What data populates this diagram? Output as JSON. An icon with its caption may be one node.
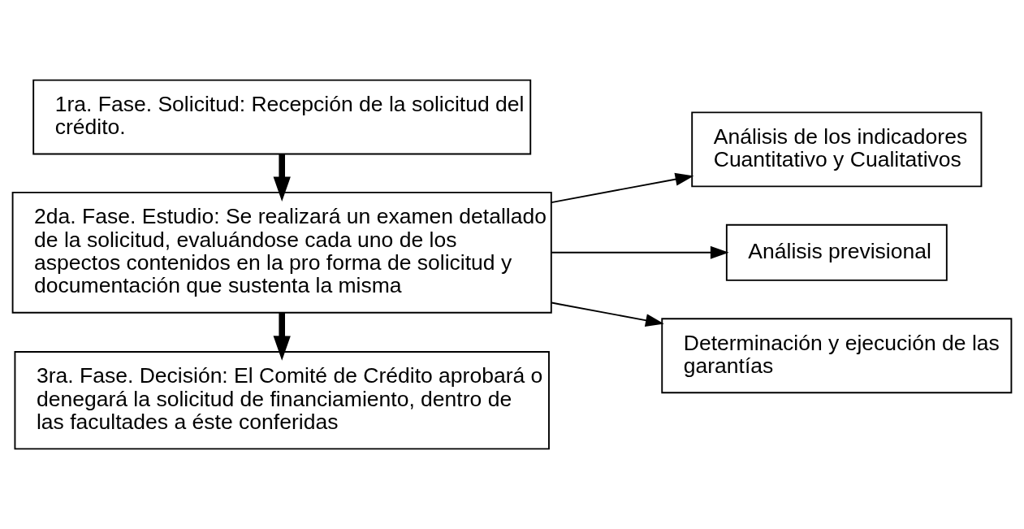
{
  "diagram": {
    "nodes": [
      {
        "text": [
          "1ra. Fase. Solicitud: Recepción de la solicitud del crédito."
        ]
      },
      {
        "text": [
          "2da. Fase. Estudio: Se realizará un examen detallado de la solicitud, evaluándose cada uno de los aspectos contenidos en la pro forma de solicitud y documentación que sustenta la misma"
        ]
      },
      {
        "text": [
          "3ra. Fase. Decisión: El Comité de Crédito aprobará o denegará la solicitud de financiamiento, dentro de las facultades a éste conferidas"
        ]
      },
      {
        "text": [
          "Análisis de los indicadores Cuantitativo y Cualitativos"
        ]
      },
      {
        "text": [
          "Análisis previsional"
        ]
      },
      {
        "text": [
          "Determinación y ejecución de las garantías"
        ]
      }
    ],
    "edges": [
      {
        "from": 0,
        "to": 1,
        "arrow": "to",
        "style": "thick"
      },
      {
        "from": 1,
        "to": 2,
        "arrow": "to",
        "style": "thick"
      },
      {
        "from": 1,
        "to": 3,
        "arrow": "to"
      },
      {
        "from": 1,
        "to": 4,
        "arrow": "to"
      },
      {
        "from": 1,
        "to": 5,
        "arrow": "to"
      }
    ]
  }
}
